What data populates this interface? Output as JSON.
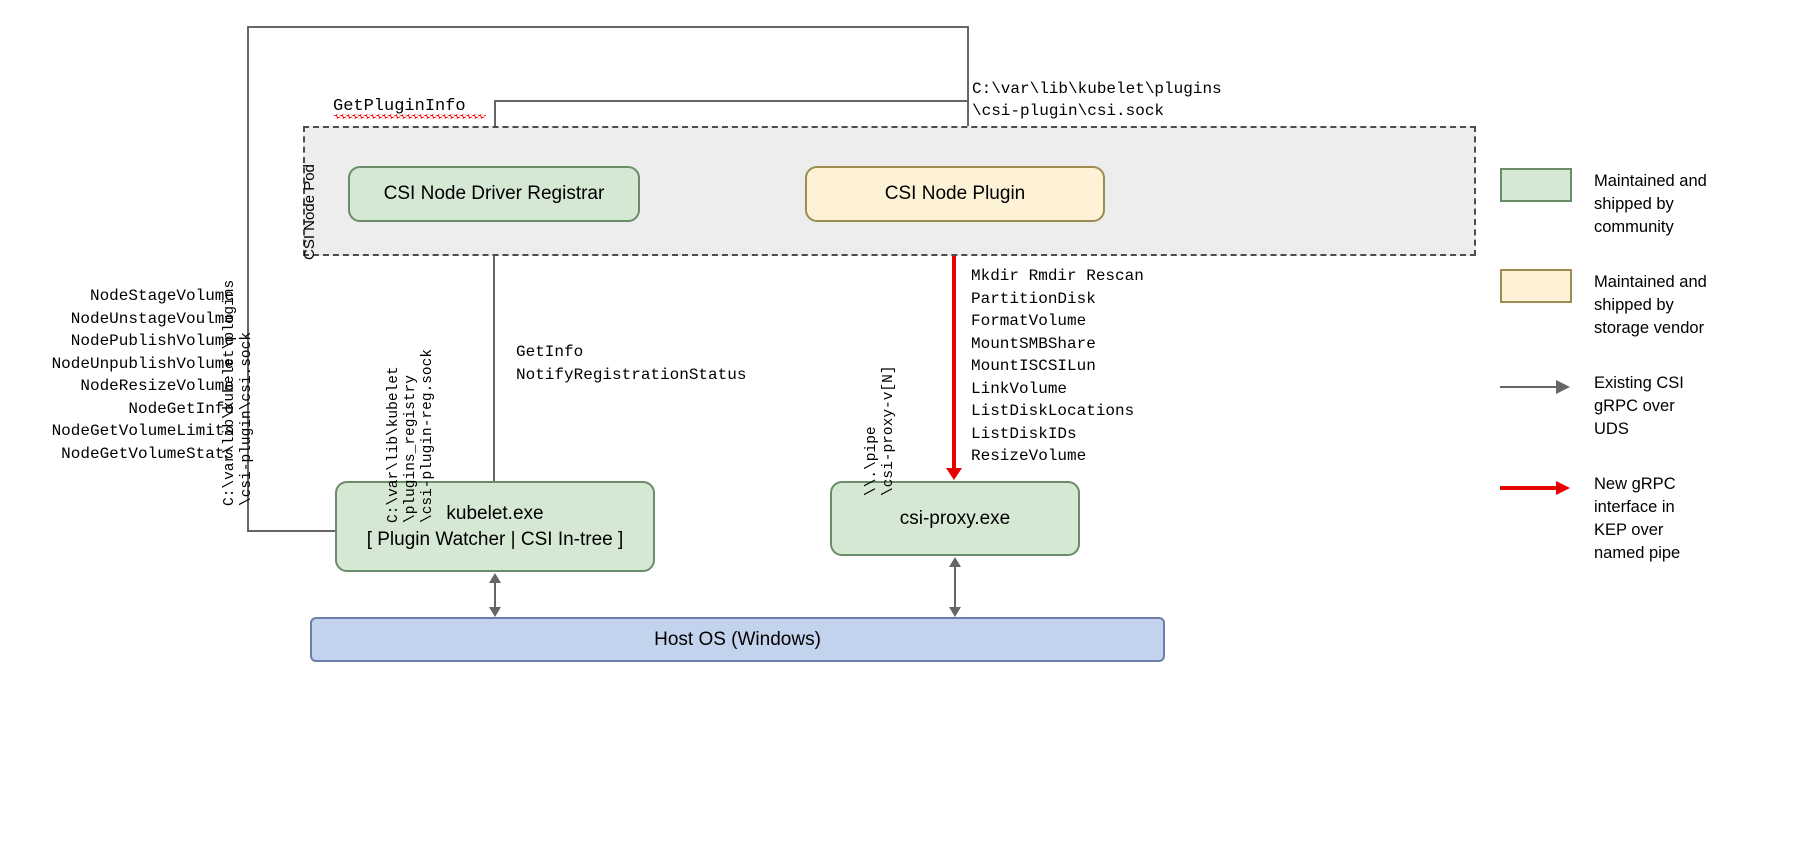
{
  "diagram": {
    "pod": {
      "label": "CSI Node Pod"
    },
    "boxes": {
      "registrar": {
        "label": "CSI Node Driver Registrar"
      },
      "node_plugin": {
        "label": "CSI Node Plugin"
      },
      "kubelet": {
        "line1": "kubelet.exe",
        "line2": "[ Plugin Watcher | CSI In-tree ]"
      },
      "csi_proxy": {
        "label": "csi-proxy.exe"
      },
      "host_os": {
        "label": "Host OS (Windows)"
      }
    },
    "labels": {
      "get_plugin_info": "GetPluginInfo",
      "plugin_socket_path": "C:\\var\\lib\\kubelet\\plugins\n\\csi-plugin\\csi.sock",
      "node_rpcs": "NodeStageVolume\nNodeUnstageVoulme\nNodePublishVolume\nNodeUnpublishVolume\nNodeResizeVolume\nNodeGetInfo\nNodeGetVolumeLimits\nNodeGetVolumeStats",
      "registration_rpcs": "GetInfo\nNotifyRegistrationStatus",
      "csi_proxy_rpcs": "Mkdir Rmdir Rescan\nPartitionDisk\nFormatVolume\nMountSMBShare\nMountISCSILun\nLinkVolume\nListDiskLocations\nListDiskIDs\nResizeVolume",
      "uds_path_left": "C:\\var\\lib\\kubelet\\plugins\n\\csi-plugin\\csi.sock",
      "registry_path": "C:\\var\\lib\\kubelet\n\\plugins_registry\n\\csi-plugin-reg.sock",
      "named_pipe": "\\\\.\\pipe\n\\csi-proxy-v[N]"
    }
  },
  "legend": {
    "items": [
      {
        "kind": "swatch-green",
        "text": "Maintained and\nshipped by\ncommunity"
      },
      {
        "kind": "swatch-cream",
        "text": "Maintained and\nshipped by\nstorage vendor"
      },
      {
        "kind": "arrow-gray",
        "text": "Existing CSI\ngRPC over\nUDS"
      },
      {
        "kind": "arrow-red",
        "text": "New gRPC\ninterface in\nKEP over\nnamed pipe"
      }
    ]
  },
  "colors": {
    "community_green": "#d5e8d4",
    "vendor_cream": "#fdf2d5",
    "host_blue": "#c3d3ee",
    "pod_gray": "#ededed",
    "line_gray": "#666666",
    "new_grpc_red": "#e60000"
  }
}
